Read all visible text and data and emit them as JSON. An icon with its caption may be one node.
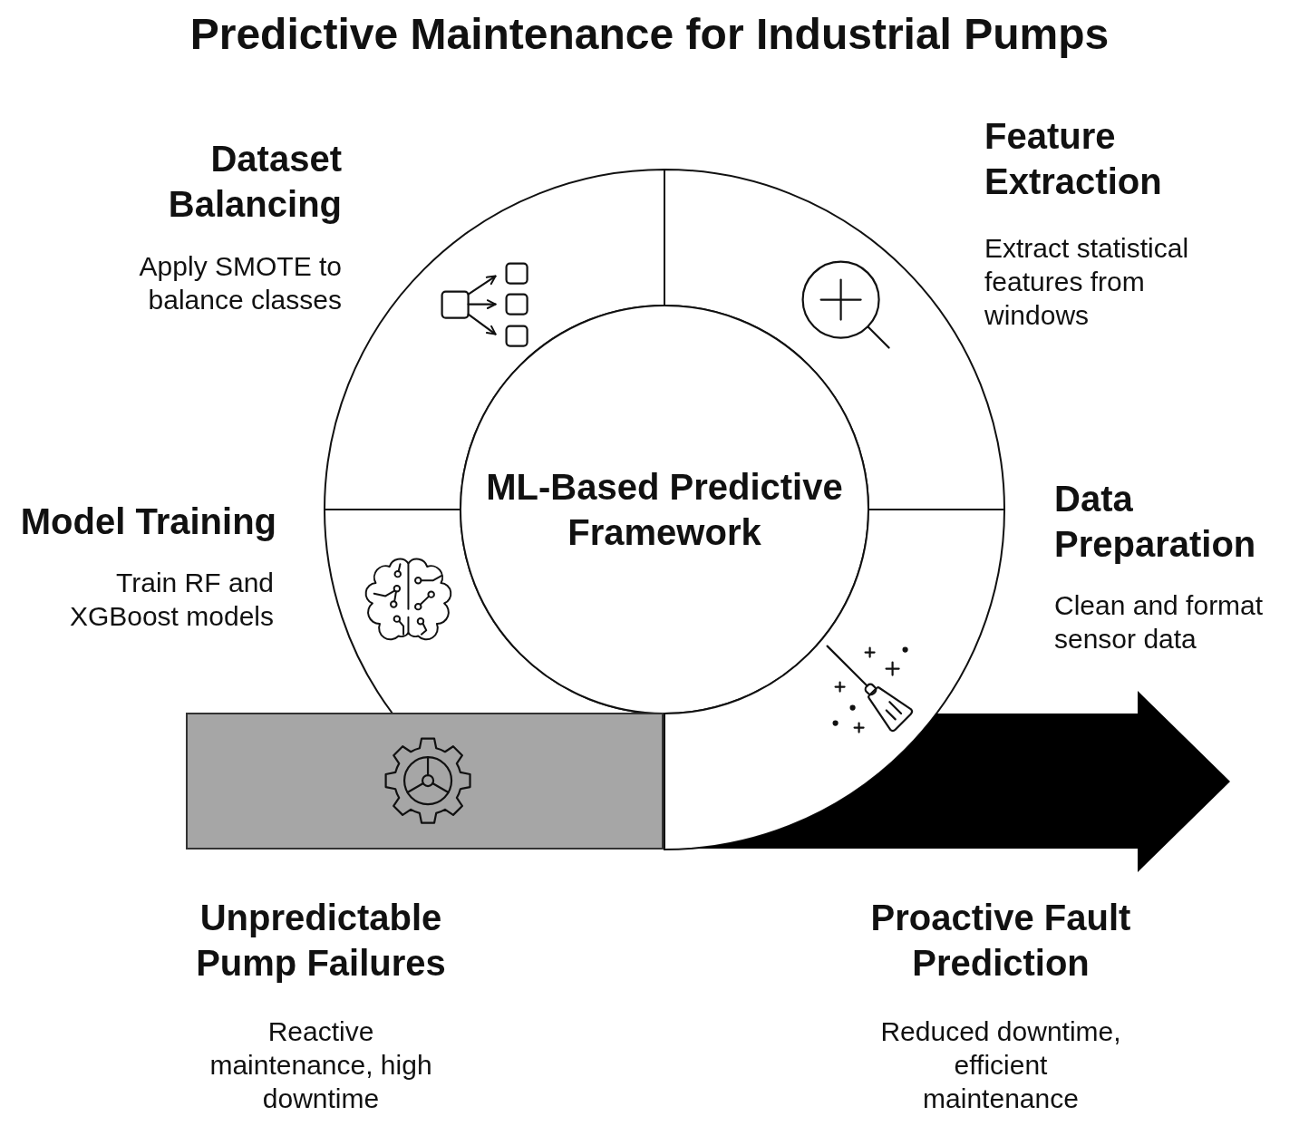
{
  "diagram": {
    "title": "Predictive Maintenance for Industrial Pumps",
    "nodes": [
      {
        "text": [
          "Dataset Balancing",
          "Apply SMOTE to balance classes"
        ]
      },
      {
        "text": [
          "Feature Extraction",
          "Extract statistical features from windows"
        ]
      },
      {
        "text": [
          "Model Training",
          "Train RF and XGBoost models"
        ]
      },
      {
        "text": [
          "ML-Based Predictive Framework"
        ]
      },
      {
        "text": [
          "Data Preparation",
          "Clean and format sensor data"
        ]
      },
      {
        "text": [
          "Unpredictable Pump Failures",
          "Reactive maintenance, high downtime"
        ]
      },
      {
        "text": [
          "Proactive Fault Prediction",
          "Reduced downtime, efficient maintenance"
        ]
      }
    ]
  }
}
